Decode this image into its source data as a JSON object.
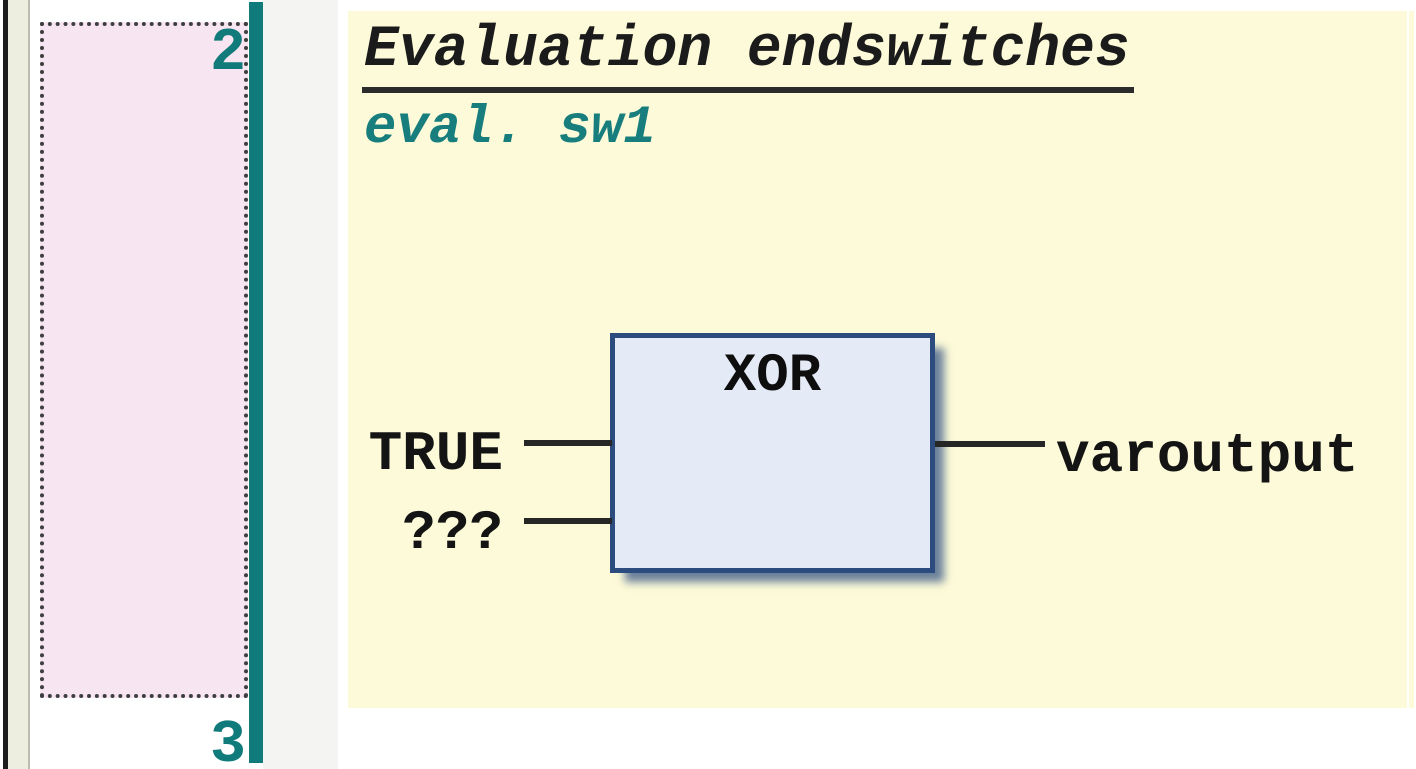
{
  "gutter": {
    "network_numbers": [
      "2",
      "3"
    ]
  },
  "network": {
    "comment_title": "Evaluation endswitches",
    "comment_label": "eval. sw1",
    "block": {
      "operator": "XOR",
      "inputs": [
        "TRUE",
        "???"
      ],
      "output": "varoutput"
    }
  },
  "colors": {
    "comment_area_bg": "#FCFAD8",
    "selection_bg": "#F8E5F2",
    "selection_border": "#3F3F3F",
    "accent_teal": "#117A7A",
    "block_fill": "#E4EAF6",
    "block_border": "#2C4C80",
    "wire": "#262626",
    "text": "#141414",
    "margin_stripe": "#EEEEE0",
    "gutter_strip": "#F4F4F3"
  }
}
